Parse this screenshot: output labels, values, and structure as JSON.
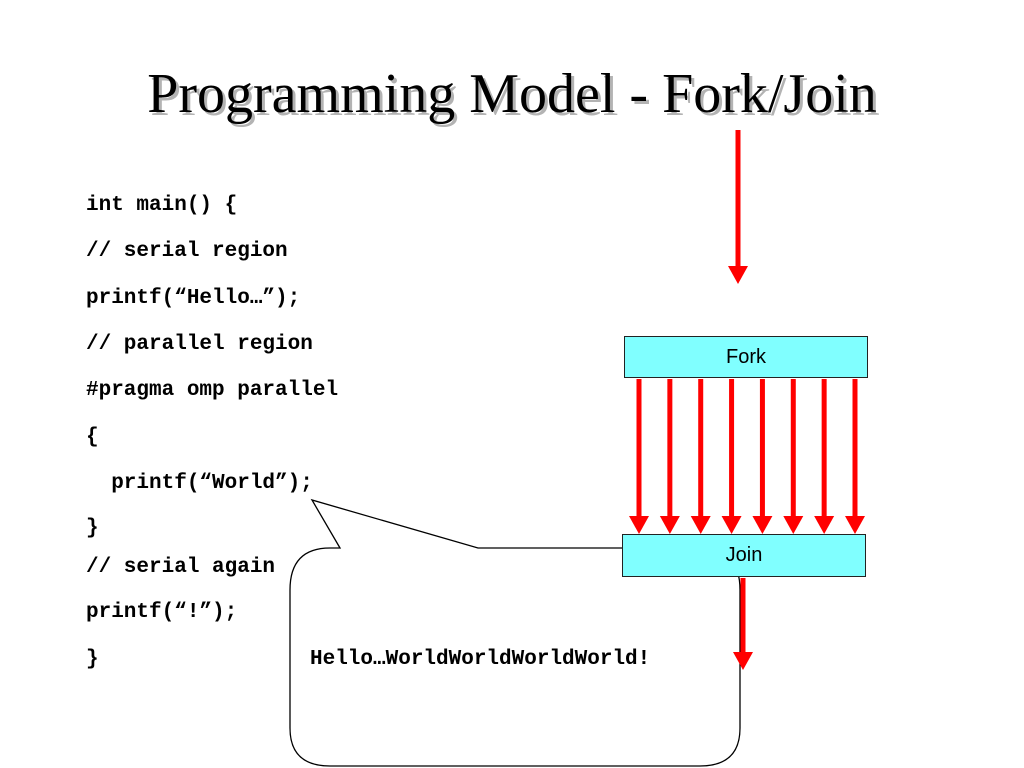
{
  "slide": {
    "title": "Programming Model - Fork/Join",
    "code_lines": [
      "int main() {",
      "// serial region",
      "printf(“Hello…”);",
      "// parallel region",
      "#pragma omp parallel",
      "{",
      "  printf(“World”);",
      "}",
      "// serial again",
      "printf(“!”);",
      "}"
    ],
    "fork_label": "Fork",
    "join_label": "Join",
    "output_text": "Hello…WorldWorldWorldWorld!",
    "thread_count": 8,
    "colors": {
      "arrow": "#ff0000",
      "box_fill": "#80ffff"
    }
  }
}
